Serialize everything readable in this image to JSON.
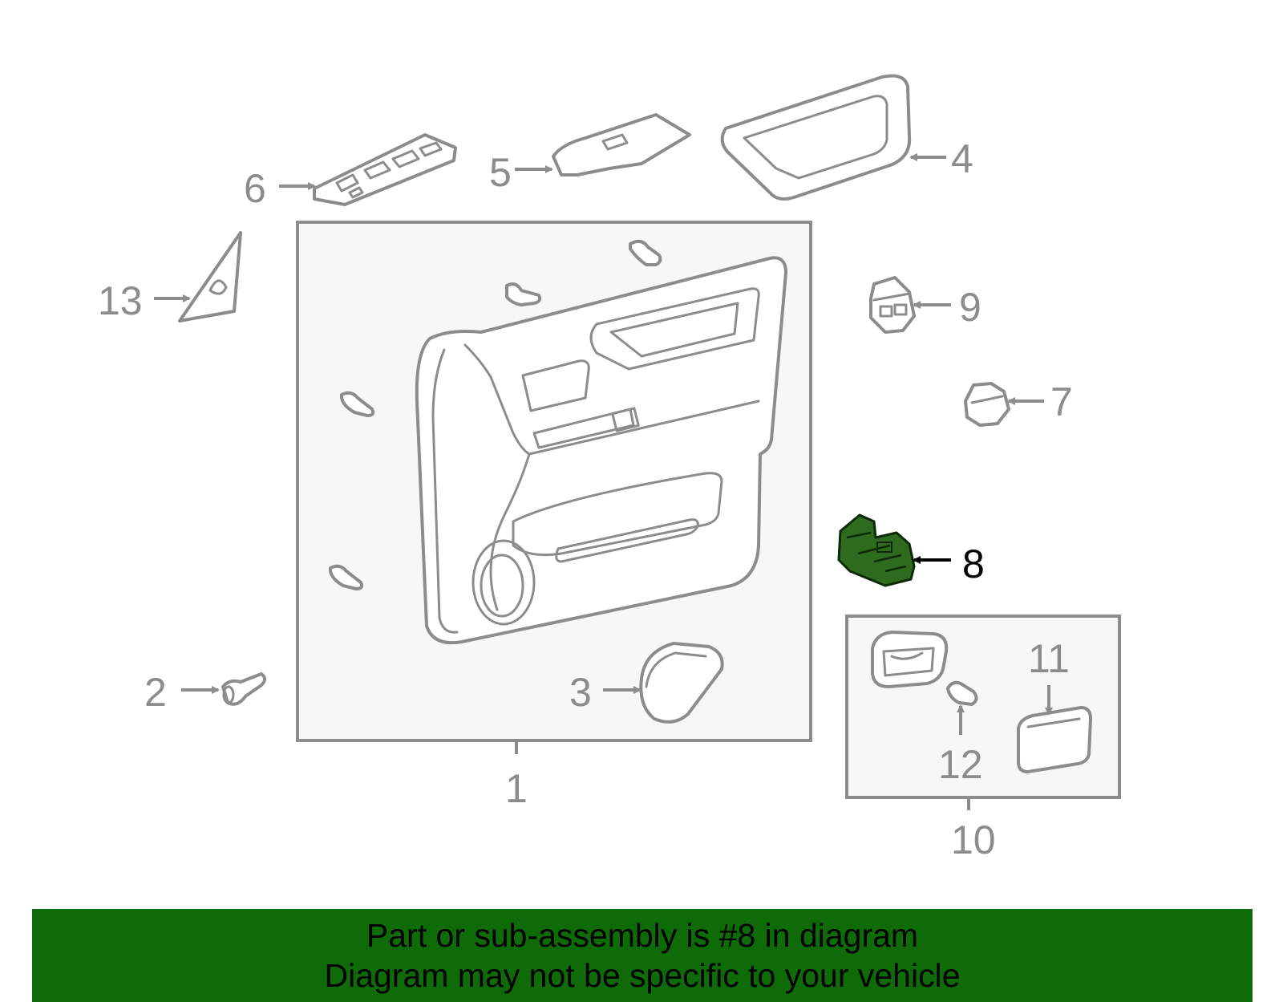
{
  "highlight_color": "#2e6b1f",
  "banner_color": "#0f6a08",
  "callouts": {
    "c1": "1",
    "c2": "2",
    "c3": "3",
    "c4": "4",
    "c5": "5",
    "c6": "6",
    "c7": "7",
    "c8": "8",
    "c9": "9",
    "c10": "10",
    "c11": "11",
    "c12": "12",
    "c13": "13"
  },
  "highlighted_part": "8",
  "banner": {
    "line1": "Part or sub-assembly is #8 in diagram",
    "line2": "Diagram may not be specific to your vehicle"
  }
}
